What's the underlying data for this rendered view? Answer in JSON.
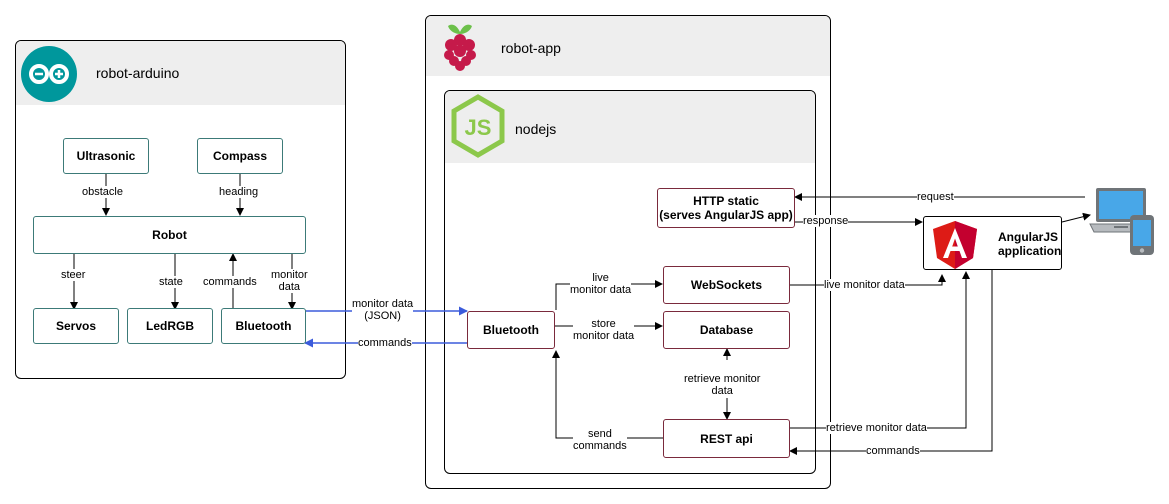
{
  "containers": {
    "arduino": {
      "title": "robot-arduino"
    },
    "app": {
      "title": "robot-app"
    },
    "node": {
      "title": "nodejs"
    }
  },
  "nodes": {
    "ultrasonic": "Ultrasonic",
    "compass": "Compass",
    "robot": "Robot",
    "servos": "Servos",
    "ledrgb": "LedRGB",
    "bt_arduino": "Bluetooth",
    "http_static_1": "HTTP static",
    "http_static_2": "(serves AngularJS app)",
    "websockets": "WebSockets",
    "database": "Database",
    "bt_node": "Bluetooth",
    "restapi": "REST api",
    "angular_1": "AngularJS",
    "angular_2": "application"
  },
  "edges": {
    "obstacle": "obstacle",
    "heading": "heading",
    "steer": "steer",
    "state": "state",
    "commands_robot": "commands",
    "monitor_data_1": "monitor",
    "monitor_data_2": "data",
    "monitor_json_1": "monitor data",
    "monitor_json_2": "(JSON)",
    "commands_bt": "commands",
    "live_1": "live",
    "live_2": "monitor data",
    "store_1": "store",
    "store_2": "monitor data",
    "send_1": "send",
    "send_2": "commands",
    "retrieve_1": "retrieve monitor",
    "retrieve_2": "data",
    "request": "request",
    "response": "response",
    "live_monitor": "live monitor data",
    "retrieve_api": "retrieve monitor data",
    "commands_api": "commands"
  },
  "colors": {
    "serial_link": "#3b5bdb",
    "arduino_teal": "#00979c",
    "rpi_red": "#c51a4a",
    "node_green": "#8cc84b",
    "angular_red": "#dd1b16"
  }
}
